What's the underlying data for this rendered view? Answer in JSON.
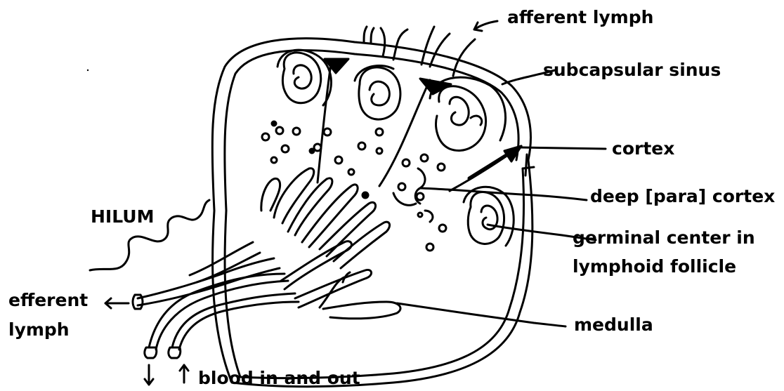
{
  "labels": {
    "afferent_lymph": "afferent lymph",
    "subcapsular_sinus": "subcapsular sinus",
    "cortex": "cortex",
    "deep_para_cortex": "deep [para] cortex",
    "germinal_center_line1": "germinal center in",
    "germinal_center_line2": "lymphoid follicle",
    "medulla": "medulla",
    "hilum": "HILUM",
    "efferent_line1": "efferent",
    "efferent_line2": "lymph",
    "blood": "blood in and out"
  },
  "colors": {
    "ink": "#000000",
    "background": "#ffffff"
  }
}
